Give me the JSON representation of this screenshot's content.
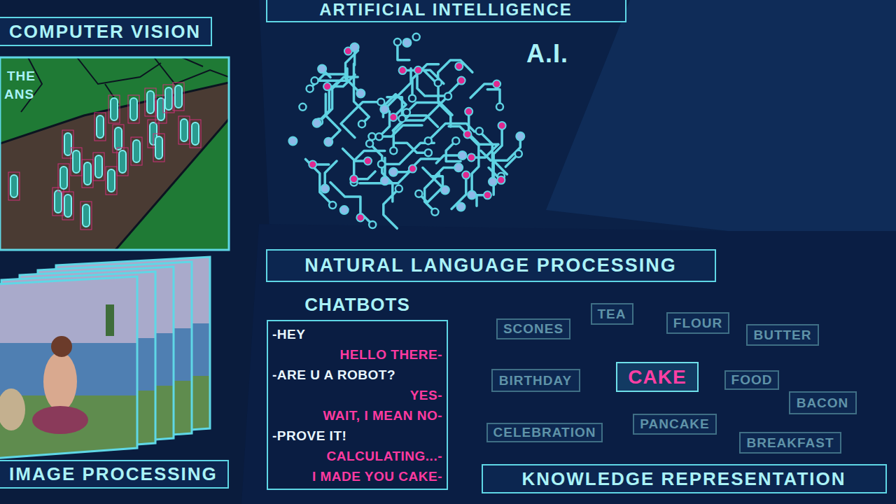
{
  "diagram": {
    "nodes": [
      {
        "text": [
          "ARTIFICIAL INTELLIGENCE"
        ]
      },
      {
        "text": [
          "COMPUTER VISION"
        ]
      },
      {
        "text": [
          "NATURAL LANGUAGE PROCESSING"
        ]
      },
      {
        "text": [
          "CHATBOTS",
          "-HEY",
          "HELLO THERE-",
          "-ARE U A ROBOT?",
          "YES-",
          "WAIT, I MEAN NO-",
          "-PROVE IT!",
          "CALCULATING...-",
          "I MADE YOU CAKE-"
        ]
      },
      {
        "text": [
          "TEA"
        ]
      },
      {
        "text": [
          "FLOUR"
        ]
      },
      {
        "text": [
          "SCONES"
        ]
      },
      {
        "text": [
          "BUTTER"
        ]
      },
      {
        "text": [
          "CAKE"
        ]
      },
      {
        "text": [
          "BIRTHDAY"
        ]
      },
      {
        "text": [
          "FOOD"
        ]
      },
      {
        "text": [
          "BACON"
        ]
      },
      {
        "text": [
          "PANCAKE"
        ]
      },
      {
        "text": [
          "CELEBRATION"
        ]
      },
      {
        "text": [
          "BREAKFAST"
        ]
      },
      {
        "text": [
          "IMAGE PROCESSING"
        ]
      },
      {
        "text": [
          "KNOWLEDGE REPRESENTATION"
        ]
      }
    ],
    "labels": [
      "A.I.",
      "THE",
      "ANS"
    ]
  }
}
